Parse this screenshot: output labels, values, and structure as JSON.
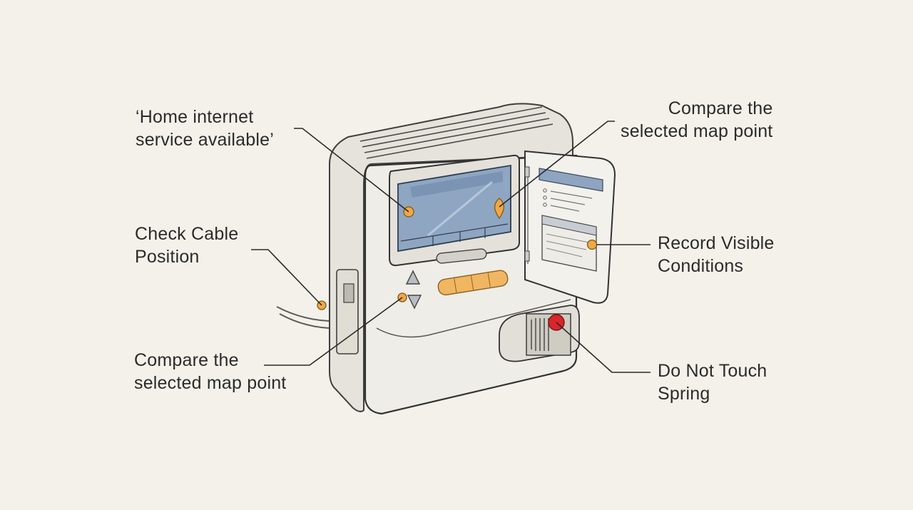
{
  "callouts": {
    "home_internet": {
      "line1": "‘Home internet",
      "line2": "service available’"
    },
    "compare_top": {
      "line1": "Compare the",
      "line2": "selected map point"
    },
    "check_cable": {
      "line1": "Check Cable",
      "line2": "Position"
    },
    "record_conditions": {
      "line1": "Record Visible",
      "line2": "Conditions"
    },
    "compare_bottom": {
      "line1": "Compare the",
      "line2": "selected map point"
    },
    "do_not_touch": {
      "line1": "Do Not Touch",
      "line2": "Spring"
    }
  },
  "colors": {
    "background": "#f3f1ea",
    "device_body": "#eceae4",
    "screen": "#8fa6c2",
    "marker_orange": "#f0a845",
    "warning_red": "#d8262a",
    "ink": "#3a3a3a"
  }
}
